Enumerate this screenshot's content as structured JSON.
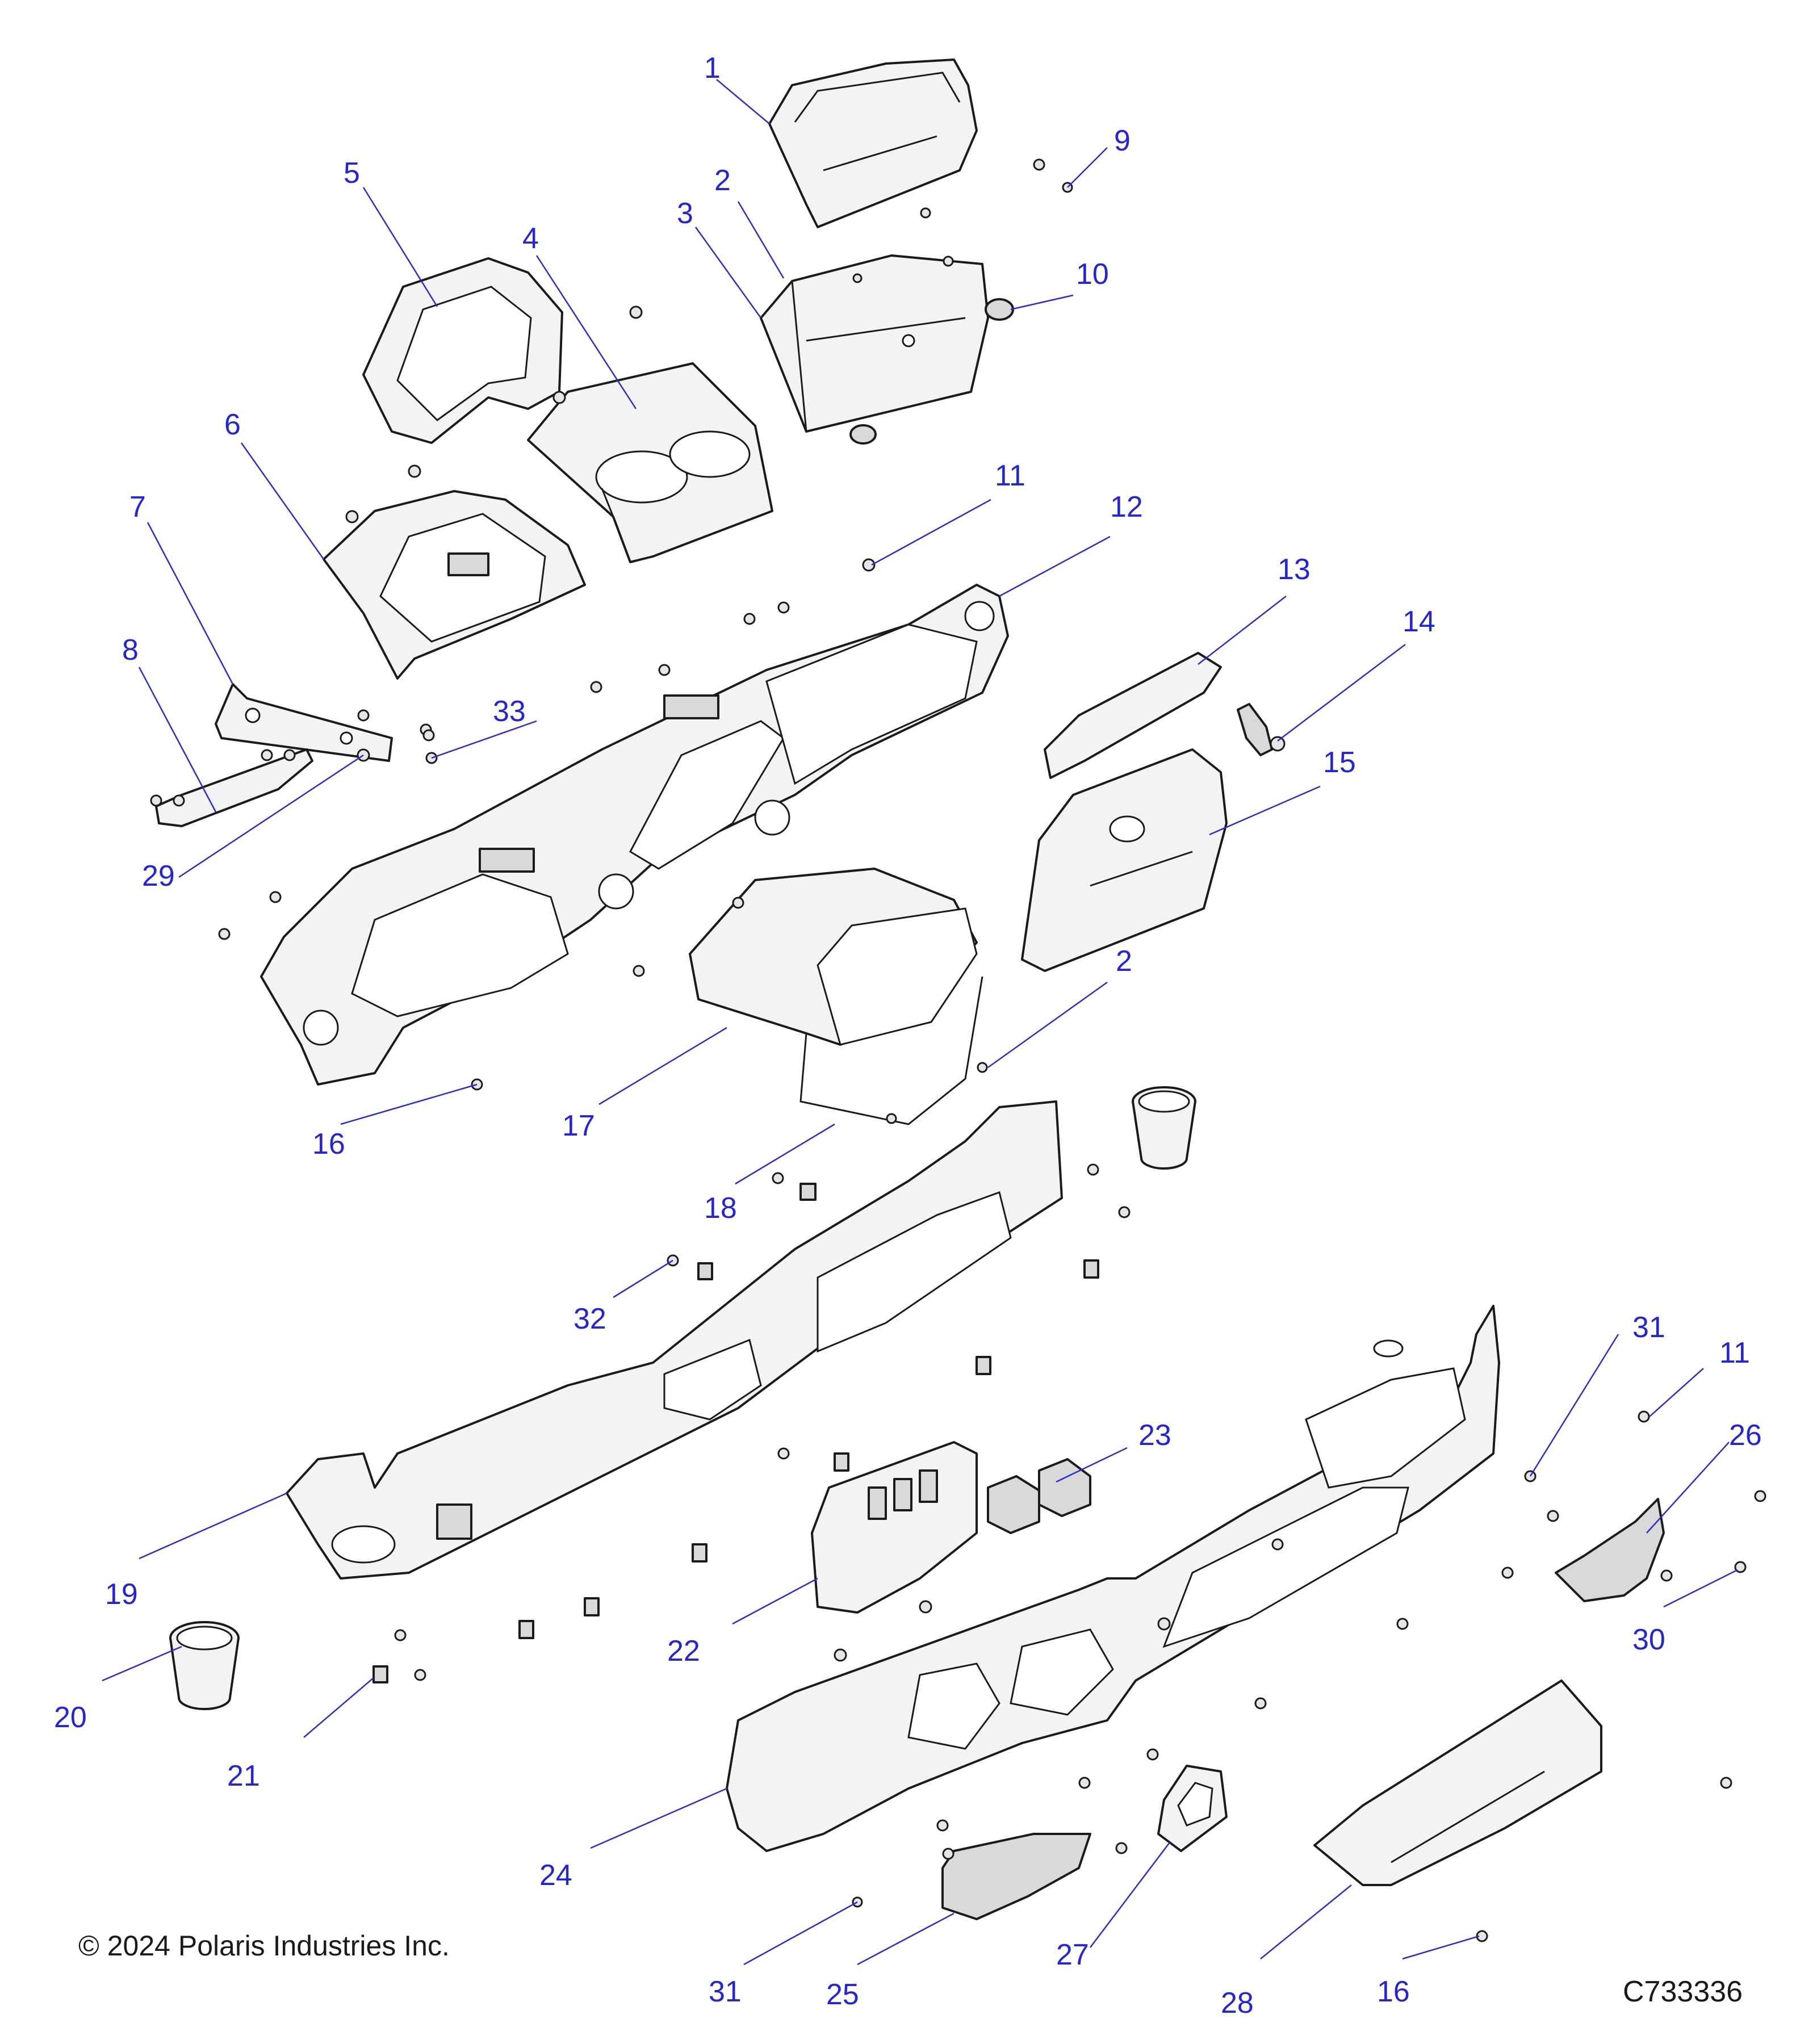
{
  "copyright": "© 2024 Polaris Industries Inc.",
  "drawing_code": "C733336",
  "callouts": [
    "1",
    "2",
    "3",
    "4",
    "5",
    "6",
    "7",
    "8",
    "9",
    "10",
    "11",
    "12",
    "13",
    "14",
    "15",
    "16",
    "17",
    "18",
    "19",
    "20",
    "21",
    "22",
    "23",
    "24",
    "25",
    "26",
    "27",
    "28",
    "29",
    "30",
    "31",
    "32",
    "33",
    "2",
    "11",
    "16",
    "31"
  ],
  "colors": {
    "callout": "#2424d9",
    "line": "#1b1b1b",
    "part_fill": "#f3f3f3"
  }
}
